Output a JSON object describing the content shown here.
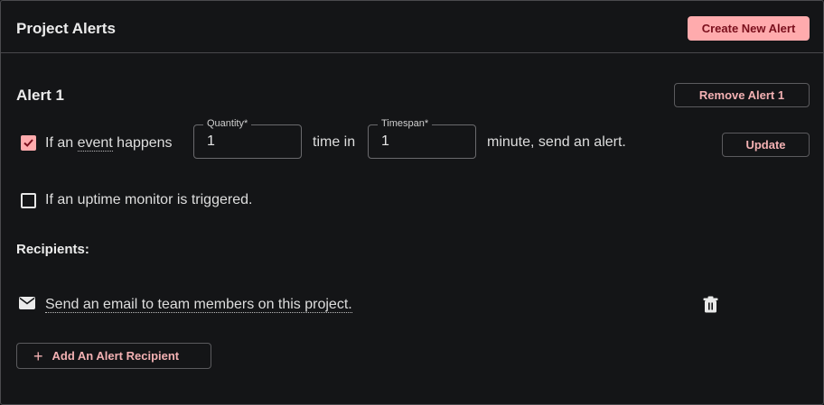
{
  "header": {
    "title": "Project Alerts",
    "create_button": "Create New Alert"
  },
  "alert": {
    "title": "Alert 1",
    "remove_button": "Remove Alert 1",
    "update_button": "Update",
    "event_condition": {
      "checked": true,
      "prefix": "If an ",
      "event_word": "event",
      "suffix": " happens",
      "quantity": {
        "label": "Quantity*",
        "value": "1"
      },
      "middle": "time in",
      "timespan": {
        "label": "Timespan*",
        "value": "1"
      },
      "end": "minute, send an alert."
    },
    "uptime_condition": {
      "checked": false,
      "label": "If an uptime monitor is triggered."
    }
  },
  "recipients": {
    "label": "Recipients:",
    "items": [
      {
        "icon": "mail-icon",
        "text": "Send an email to team members on this project."
      }
    ],
    "add_button": "Add An Alert Recipient",
    "add_icon": "+"
  },
  "colors": {
    "accent": "#ffabad",
    "accent_text": "#7a0f1c",
    "background": "#141517"
  }
}
